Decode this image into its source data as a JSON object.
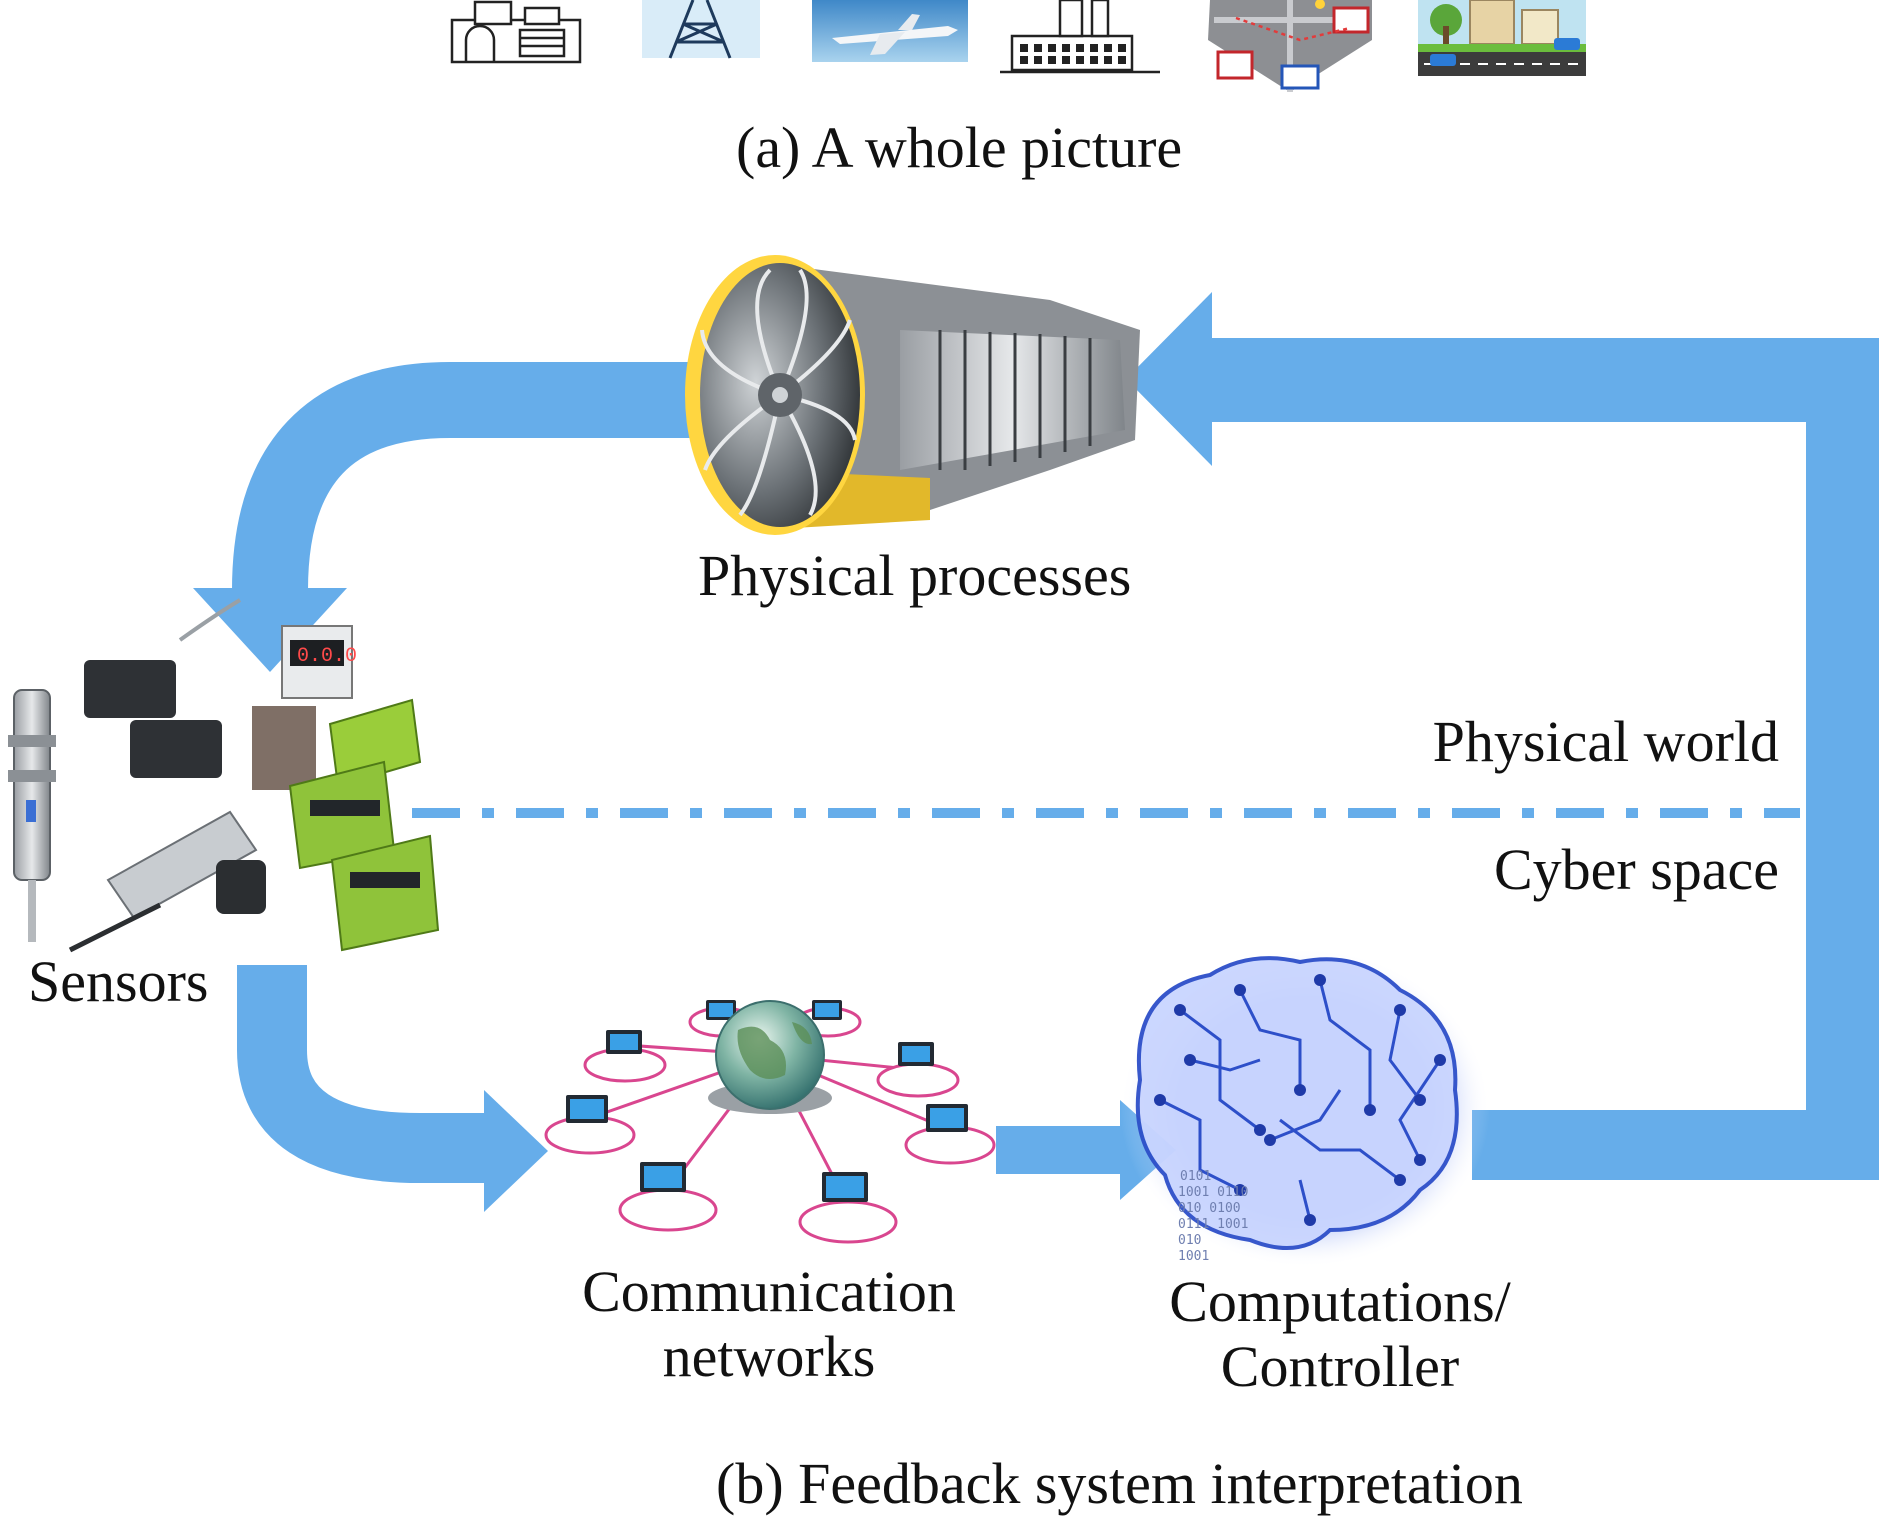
{
  "captions": {
    "a": "(a) A whole picture",
    "b": "(b) Feedback system interpretation"
  },
  "nodes": {
    "physical_processes": "Physical processes",
    "sensors": "Sensors",
    "communication_networks": [
      "Communication",
      "networks"
    ],
    "computations": [
      "Computations/",
      "Controller"
    ]
  },
  "regions": {
    "physical_world": "Physical world",
    "cyber_space": "Cyber space"
  },
  "binary_digits": [
    "0101",
    "1001 0110",
    "010 0100",
    "0111 1001",
    "010",
    "1001"
  ],
  "colors": {
    "arrow": "#66adea",
    "divider": "#66adea",
    "network_link": "#d9468f",
    "brain": "#2d4fc9"
  },
  "icons": [
    "house-icon",
    "power-tower-icon",
    "airplane-icon",
    "factory-icon",
    "smart-city-icon",
    "city-street-icon",
    "jet-engine-icon",
    "sensors-icon",
    "globe-network-icon",
    "brain-circuit-icon"
  ]
}
